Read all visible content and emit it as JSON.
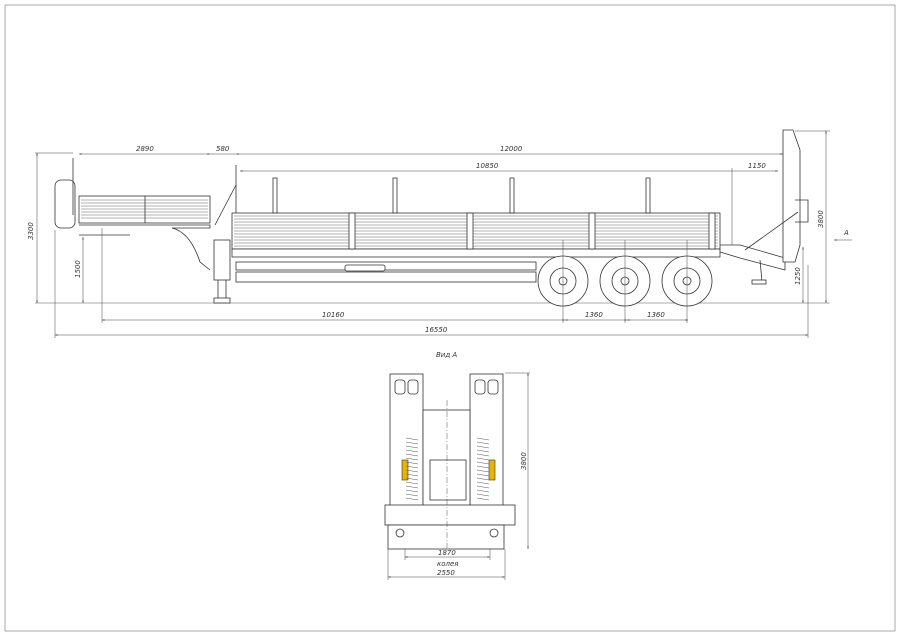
{
  "side_view": {
    "dims": {
      "gooseneck_deck_length": "2890",
      "neck_gap": "580",
      "main_deck_length": "12000",
      "platform_length": "10850",
      "ramp_offset": "1150",
      "total_height": "3300",
      "ramp_height": "3800",
      "deck_height_rear": "1250",
      "gooseneck_deck_height": "1500",
      "kingpin_to_axle": "10160",
      "axle_spacing_1": "1360",
      "axle_spacing_2": "1360",
      "overall_length": "16550"
    },
    "view_marker": "A"
  },
  "view_a": {
    "title": "Вид А",
    "dims": {
      "height": "3800",
      "track": "1870",
      "track_label": "колея",
      "width": "2550"
    },
    "lamp_color": "#e8b400"
  }
}
